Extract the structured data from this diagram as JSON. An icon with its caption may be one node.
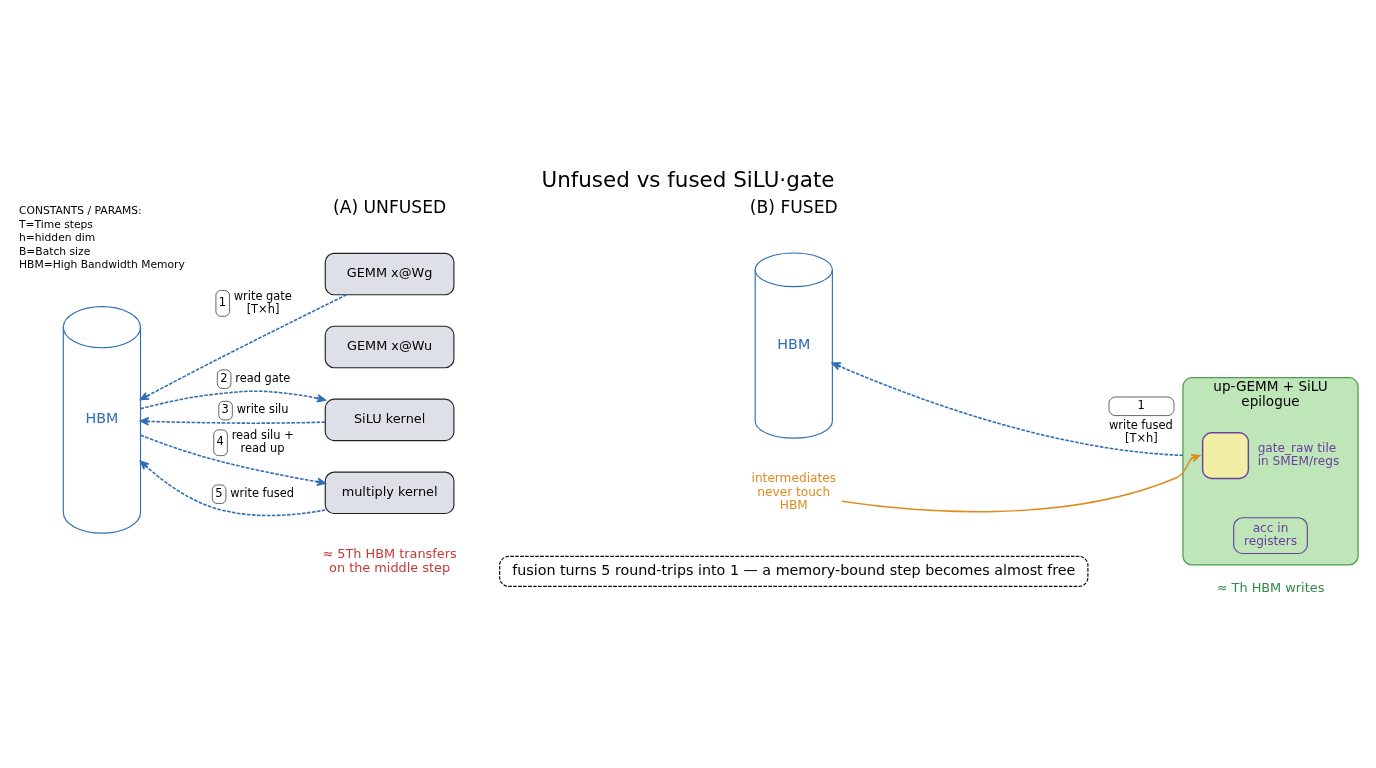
{
  "diagram": {
    "title": "Unfused vs fused SiLU·gate",
    "nodes": [
      {
        "text": [
          "HBM"
        ]
      },
      {
        "text": [
          "GEMM x@Wg"
        ]
      },
      {
        "text": [
          "GEMM x@Wu"
        ]
      },
      {
        "text": [
          "SiLU kernel"
        ]
      },
      {
        "text": [
          "multiply kernel"
        ]
      },
      {
        "text": [
          "HBM"
        ]
      },
      {
        "text": [
          "up-GEMM + SiLU epilogue"
        ]
      },
      {
        "text": [],
        "shape": "box",
        "beside": [
          "gate_raw tile in SMEM/regs"
        ],
        "in": 6
      },
      {
        "text": [
          "acc in registers"
        ],
        "in": 6
      },
      {
        "text": [
          "intermediates never touch HBM"
        ]
      },
      {
        "text": [
          "fusion turns 5 round-trips into 1 — a memory-bound step becomes almost free"
        ]
      }
    ],
    "edges": [
      {
        "from": 1,
        "to": 0,
        "arrow": "to",
        "label": "write gate [T×h]",
        "style": "dashed"
      },
      {
        "from": 0,
        "to": 3,
        "arrow": "to",
        "label": "read gate",
        "style": "dashed"
      },
      {
        "from": 3,
        "to": 0,
        "arrow": "to",
        "label": "write silu",
        "style": "dashed"
      },
      {
        "from": 0,
        "to": 4,
        "arrow": "to",
        "label": "read silu + read up",
        "style": "dashed"
      },
      {
        "from": 4,
        "to": 0,
        "arrow": "to",
        "label": "write fused",
        "style": "dashed"
      },
      {
        "from": 6,
        "to": 5,
        "arrow": "to",
        "label": "write fused [T×h]",
        "style": "dashed"
      },
      {
        "from": 9,
        "to": 7,
        "arrow": "to",
        "color": "#e08a1e"
      }
    ],
    "labels": [
      "CONSTANTS / PARAMS:",
      "T=Time steps",
      "h=hidden dim",
      "B=Batch size",
      "HBM=High Bandwidth Memory",
      "(A) UNFUSED",
      "(B) FUSED",
      "1",
      "2",
      "3",
      "4",
      "5",
      "≈ 5Th HBM transfers on the middle step",
      "1",
      "≈ Th HBM writes"
    ]
  }
}
